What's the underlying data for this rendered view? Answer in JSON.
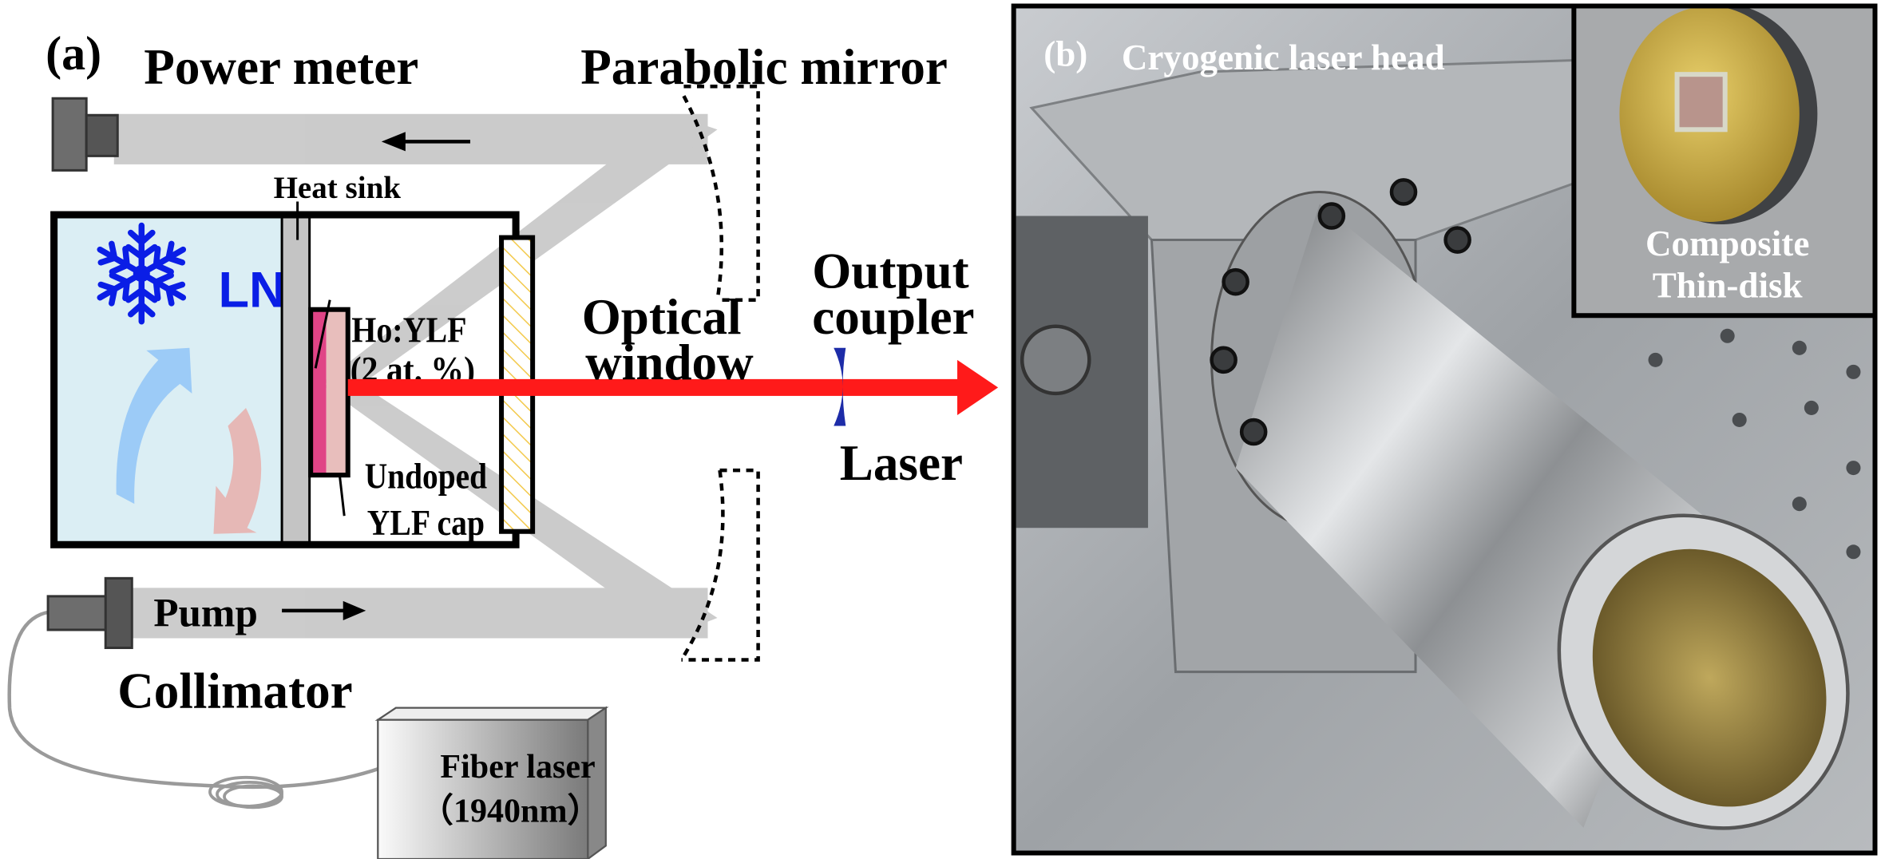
{
  "panel_a": {
    "tag": "(a)",
    "power_meter": "Power meter",
    "parabolic_mirror": "Parabolic mirror",
    "heat_sink": "Heat sink",
    "ln": "LN",
    "crystal_1": "Ho:YLF",
    "crystal_2": "(2 at. %)",
    "cap_1": "Undoped",
    "cap_2": "YLF cap",
    "window_1": "Optical",
    "window_2": "window",
    "coupler_1": "Output",
    "coupler_2": "coupler",
    "laser": "Laser",
    "pump": "Pump",
    "collimator": "Collimator",
    "fiber_1": "Fiber laser",
    "fiber_2": "（1940nm）"
  },
  "panel_b": {
    "tag": "(b)",
    "title": "Cryogenic laser head",
    "inset_1": "Composite",
    "inset_2": "Thin-disk"
  },
  "colors": {
    "ln_blue": "#0a1ee6",
    "laser_red": "#ff1a1a",
    "beam_grey": "#c6c6c6",
    "coolant": "#dbeef4"
  }
}
